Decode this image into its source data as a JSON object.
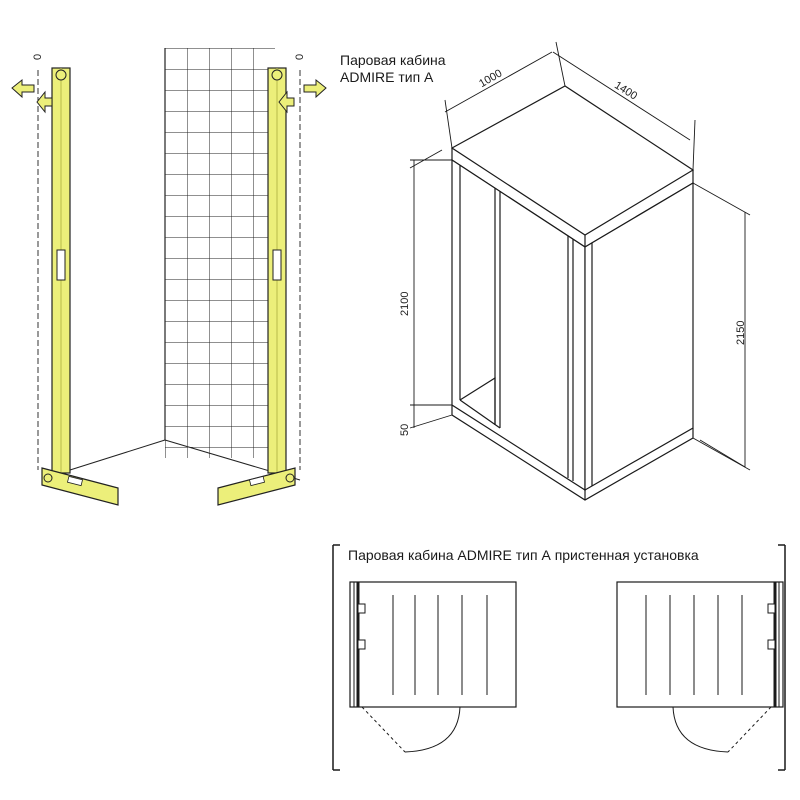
{
  "title": {
    "line1": "Паровая кабина",
    "line2": "ADMIRE тип А"
  },
  "dimensions": {
    "depth": "1000",
    "width": "1400",
    "height_cabin": "2100",
    "height_total": "2150",
    "base": "50"
  },
  "installation": {
    "title": "Паровая кабина ADMIRE тип А пристенная установка"
  },
  "level_marks": {
    "left": "0",
    "right": "0"
  },
  "colors": {
    "level_fill": "#ecef7a",
    "line": "#1a1a1a"
  }
}
